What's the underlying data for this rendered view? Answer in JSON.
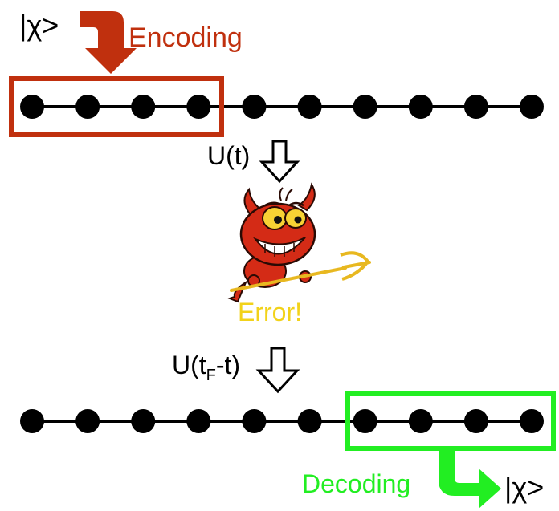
{
  "input_state": "|χ>",
  "encoding_label": "Encoding",
  "forward_evolution": {
    "label": "U(t)"
  },
  "backward_evolution": {
    "base": "U(t",
    "subscript": "F",
    "tail": "-t)"
  },
  "error_label": "Error!",
  "decoding_label": "Decoding",
  "output_state": "|χ>",
  "chain_top": {
    "sites": 10,
    "encoded_sites": [
      1,
      2,
      3,
      4
    ]
  },
  "chain_bottom": {
    "sites": 10,
    "decoded_sites": [
      7,
      8,
      9,
      10
    ]
  },
  "colors": {
    "encoding": "#c0300e",
    "decoding": "#22ee22",
    "error": "#f2d21a",
    "devil": "#d42b16",
    "chain": "#000000"
  },
  "icons": [
    "curved-arrow-icon",
    "hollow-down-arrow-icon",
    "devil-icon",
    "trident-icon"
  ]
}
